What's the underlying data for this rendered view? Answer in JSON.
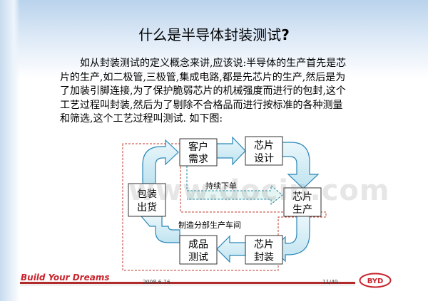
{
  "slide": {
    "title": "什么是半导体封装测试",
    "title_mark": "?",
    "paragraph": [
      "如从封装测试的定义概念来讲,应该说:半导体的生产首先是芯",
      "片的生产,如二极管,三极管,集成电路,都是先芯片的生产,然后是为",
      "了加装引脚连接,为了保护脆弱芯片的机械强度而进行的包封,这个",
      "工艺过程叫封装,然后为了剔除不合格品而进行按标准的各种测量",
      "和筛选,这个工艺过程叫测试. 如下图:"
    ]
  },
  "diagram": {
    "nodes": {
      "customer": [
        "客户",
        "需求"
      ],
      "design": [
        "芯片",
        "设计"
      ],
      "production": [
        "芯片",
        "生产"
      ],
      "packaging": [
        "芯片",
        "封装"
      ],
      "testing": [
        "成品",
        "测试"
      ],
      "shipping": [
        "包装",
        "出货"
      ]
    },
    "continuous_order_label": "持续下单",
    "workshop_label": "制造分部生产车间",
    "colors": {
      "arrow_fill": "#d4eef6",
      "arrow_stroke": "#2a86b8",
      "box_border": "#333333",
      "dashed_red": "#c0392b",
      "dashed_teal": "#1b8aa0"
    }
  },
  "watermark": "www.docin.com",
  "footer": {
    "slogan": "Build Your Dreams",
    "date": "2008-6-16",
    "page": "11/49",
    "logo_text": "BYD"
  }
}
